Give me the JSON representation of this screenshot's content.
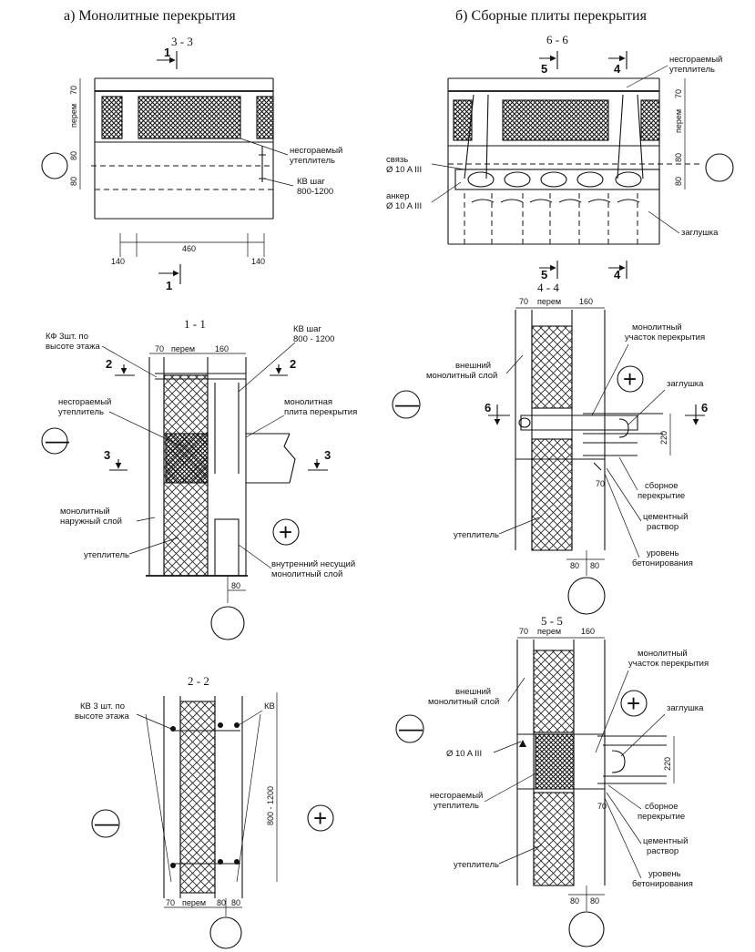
{
  "titles": {
    "monolithic": "а) Монолитные перекрытия",
    "prefab": "б) Сборные плиты перекрытия"
  },
  "sections": {
    "s33": "3 - 3",
    "s66": "6 - 6",
    "s11": "1 - 1",
    "s44": "4 - 4",
    "s22": "2 - 2",
    "s55": "5 - 5"
  },
  "marks": {
    "m1": "1",
    "m2": "2",
    "m3": "3",
    "m4": "4",
    "m5": "5",
    "m6": "6",
    "plus": "+",
    "minus": "—"
  },
  "labels": {
    "nonfire_insulation": "несгораемый\nутеплитель",
    "kv_step_3_3": "КВ шаг\n800-1200",
    "svyaz": "связь\nØ 10 A III",
    "ankor": "анкер\nØ 10 A III",
    "zaglushka": "заглушка",
    "kf_3pcs": "КФ 3шт. по\nвысоте этажа",
    "kv_step_1_1": "КВ шаг\n800 - 1200",
    "monolithic_slab": "монолитная\nплита перекрытия",
    "monolithic_outer_layer_1_1": "монолитный\nнаружный слой",
    "uteplitel": "утеплитель",
    "inner_bearing_layer": "внутренний несущий\nмонолитный слой",
    "monolithic_slab_area": "монолитный\nучасток перекрытия",
    "outer_monolithic_layer": "внешний\nмонолитный слой",
    "prefab_slab": "сборное\nперекрытие",
    "cement_mortar": "цементный\nраствор",
    "concrete_level": "уровень\nбетонирования",
    "kv_3pcs": "КВ 3 шт. по\nвысоте этажа",
    "kv": "КВ",
    "rebar_d10": "Ø 10 A III"
  },
  "dims": {
    "d70": "70",
    "peremen": "перем",
    "d80": "80",
    "d160": "160",
    "d460": "460",
    "d140": "140",
    "d220": "220",
    "d800_1200": "800 - 1200",
    "d70_peremen": "70 перем"
  }
}
